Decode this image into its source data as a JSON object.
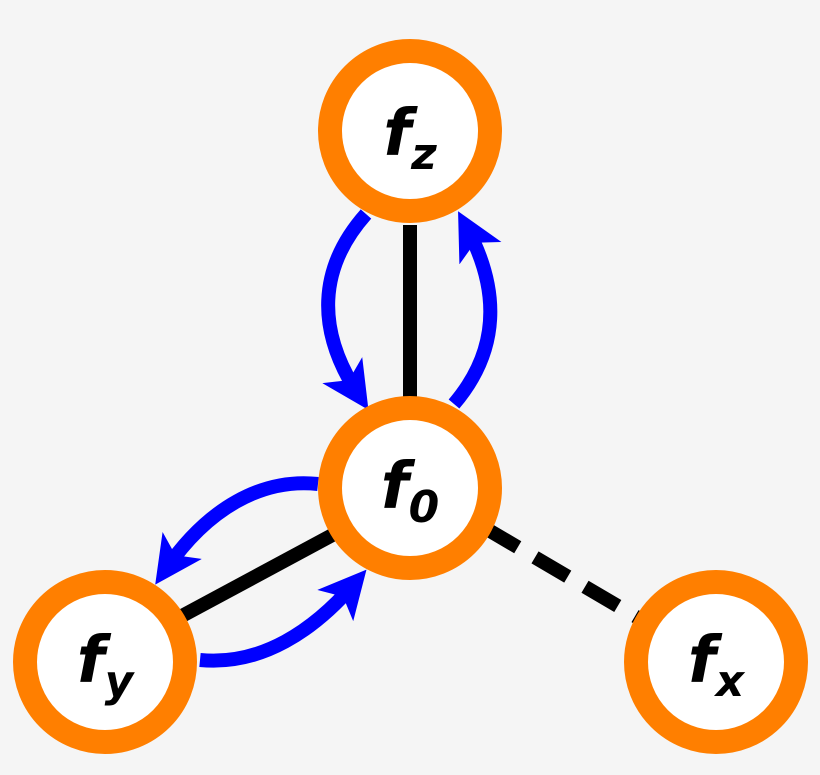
{
  "colors": {
    "background": "#f5f5f5",
    "node_ring": "#ff7f00",
    "node_fill": "#ffffff",
    "edge": "#000000",
    "arrow": "#0000ff"
  },
  "nodes": {
    "fz": {
      "main": "f",
      "sub": "z"
    },
    "f0": {
      "main": "f",
      "sub": "0"
    },
    "fy": {
      "main": "f",
      "sub": "y"
    },
    "fx": {
      "main": "f",
      "sub": "x"
    }
  }
}
